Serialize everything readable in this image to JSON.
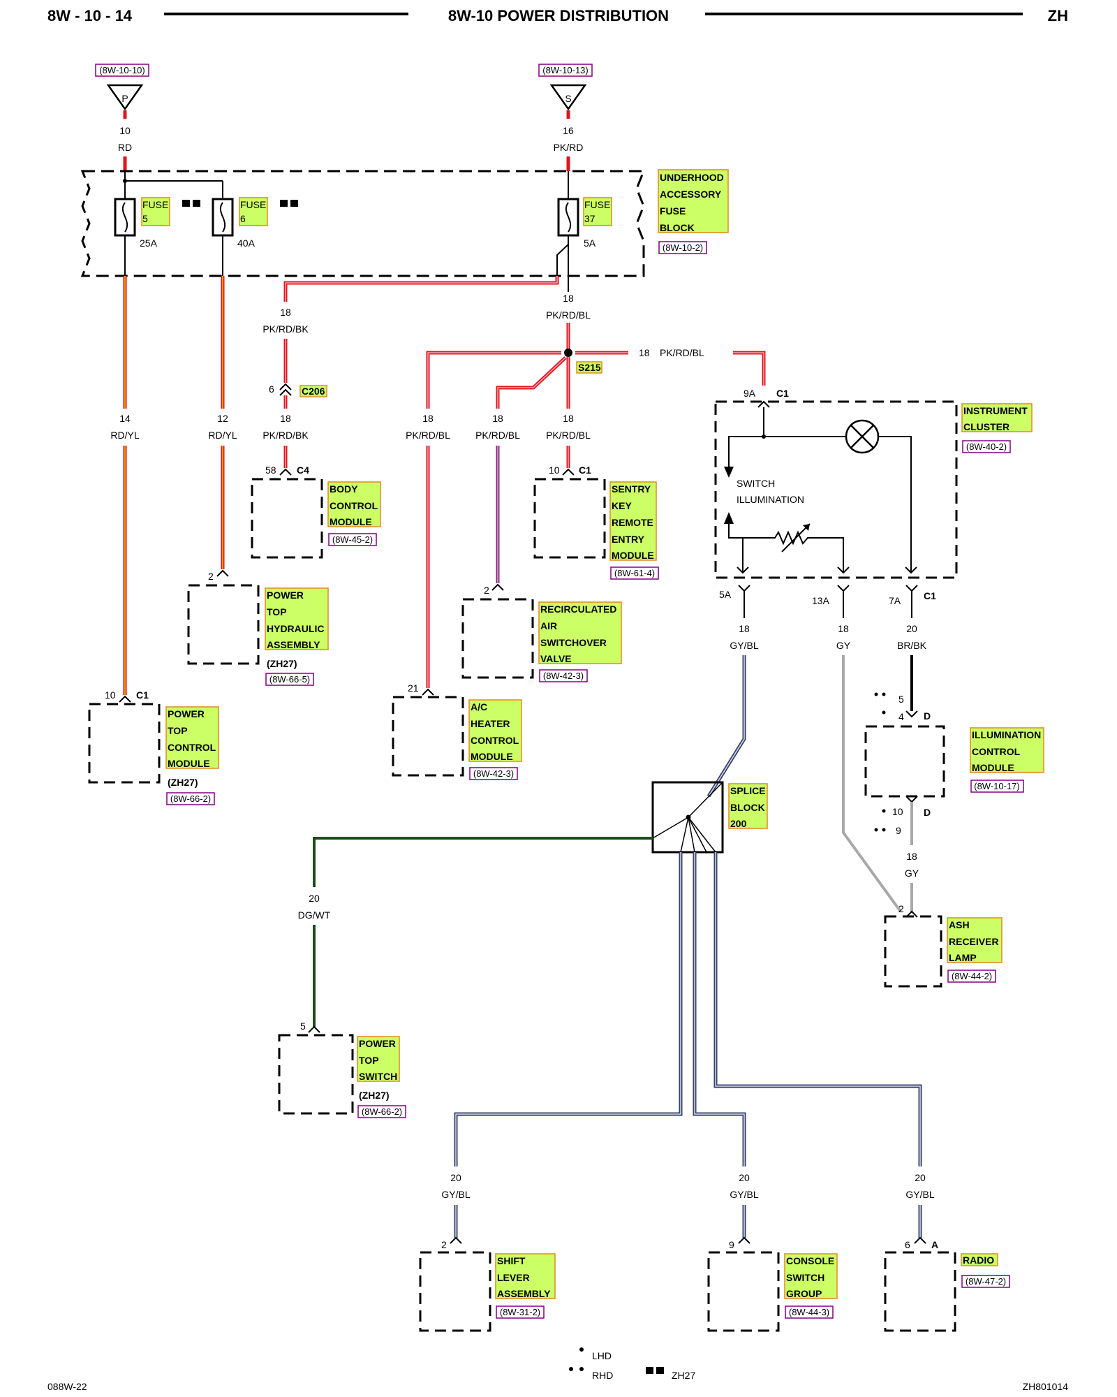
{
  "header": {
    "page_number": "8W - 10 - 14",
    "title": "8W-10 POWER DISTRIBUTION",
    "model": "ZH"
  },
  "footer": {
    "left_code": "088W-22",
    "right_code": "ZH801014"
  },
  "legend": {
    "lhd": "LHD",
    "rhd": "RHD",
    "zh27": "ZH27"
  },
  "sources": [
    {
      "ref": "(8W-10-10)",
      "letter": "P",
      "gauge": "10",
      "color": "RD"
    },
    {
      "ref": "(8W-10-13)",
      "letter": "S",
      "gauge": "16",
      "color": "PK/RD"
    }
  ],
  "fuse_block": {
    "label": [
      "UNDERHOOD",
      "ACCESSORY",
      "FUSE",
      "BLOCK"
    ],
    "ref": "(8W-10-2)",
    "fuses": [
      {
        "name": "FUSE",
        "number": "5",
        "rating": "25A"
      },
      {
        "name": "FUSE",
        "number": "6",
        "rating": "40A"
      },
      {
        "name": "FUSE",
        "number": "37",
        "rating": "5A"
      }
    ]
  },
  "wires": {
    "w_rdyl_14": {
      "gauge": "14",
      "color": "RD/YL"
    },
    "w_rdyl_12": {
      "gauge": "12",
      "color": "RD/YL"
    },
    "w_pkrdbk_top": {
      "gauge": "18",
      "color": "PK/RD/BK"
    },
    "w_pkrdbk_bot": {
      "gauge": "18",
      "color": "PK/RD/BK"
    },
    "w_pkrdbl_top": {
      "gauge": "18",
      "color": "PK/RD/BL"
    },
    "w_pkrdbl_right": {
      "gauge": "18",
      "color": "PK/RD/BL"
    },
    "w_pkrdbl_a": {
      "gauge": "18",
      "color": "PK/RD/BL"
    },
    "w_pkrdbl_b": {
      "gauge": "18",
      "color": "PK/RD/BL"
    },
    "w_pkrdbl_c": {
      "gauge": "18",
      "color": "PK/RD/BL"
    },
    "w_gybl_18": {
      "gauge": "18",
      "color": "GY/BL"
    },
    "w_gy_18a": {
      "gauge": "18",
      "color": "GY"
    },
    "w_brbk": {
      "gauge": "20",
      "color": "BR/BK"
    },
    "w_gy_18b": {
      "gauge": "18",
      "color": "GY"
    },
    "w_dgwt": {
      "gauge": "20",
      "color": "DG/WT"
    },
    "w_gybl_a": {
      "gauge": "20",
      "color": "GY/BL"
    },
    "w_gybl_b": {
      "gauge": "20",
      "color": "GY/BL"
    },
    "w_gybl_c": {
      "gauge": "20",
      "color": "GY/BL"
    }
  },
  "splice": {
    "name": "S215"
  },
  "connector_c206": {
    "name": "C206",
    "pin": "6"
  },
  "components": {
    "body_control_module": {
      "label": [
        "BODY",
        "CONTROL",
        "MODULE"
      ],
      "ref": "(8W-45-2)",
      "pin": "58",
      "conn": "C4"
    },
    "sentry_key": {
      "label": [
        "SENTRY",
        "KEY",
        "REMOTE",
        "ENTRY",
        "MODULE"
      ],
      "ref": "(8W-61-4)",
      "pin": "10",
      "conn": "C1"
    },
    "power_top_hydraulic": {
      "label": [
        "POWER",
        "TOP",
        "HYDRAULIC",
        "ASSEMBLY"
      ],
      "note": "(ZH27)",
      "ref": "(8W-66-5)",
      "pin": "2"
    },
    "recirc_air": {
      "label": [
        "RECIRCULATED",
        "AIR",
        "SWITCHOVER",
        "VALVE"
      ],
      "ref": "(8W-42-3)",
      "pin": "2"
    },
    "power_top_control": {
      "label": [
        "POWER",
        "TOP",
        "CONTROL",
        "MODULE"
      ],
      "note": "(ZH27)",
      "ref": "(8W-66-2)",
      "pin": "10",
      "conn": "C1"
    },
    "ac_heater": {
      "label": [
        "A/C",
        "HEATER",
        "CONTROL",
        "MODULE"
      ],
      "ref": "(8W-42-3)",
      "pin": "21"
    },
    "instrument_cluster": {
      "label": [
        "INSTRUMENT",
        "CLUSTER"
      ],
      "ref": "(8W-40-2)",
      "switch_text": [
        "SWITCH",
        "ILLUMINATION"
      ],
      "in_pin": "9A",
      "in_conn": "C1",
      "out_pins": [
        "5A",
        "13A",
        "7A"
      ],
      "out_conn": "C1"
    },
    "illumination_control": {
      "label": [
        "ILLUMINATION",
        "CONTROL",
        "MODULE"
      ],
      "ref": "(8W-10-17)",
      "pin_top_a": "5",
      "pin_top_b": "4",
      "conn_top": "D",
      "pin_bot_a": "10",
      "pin_bot_b": "9",
      "conn_bot": "D"
    },
    "splice_block": {
      "label": [
        "SPLICE",
        "BLOCK",
        "200"
      ]
    },
    "ash_receiver": {
      "label": [
        "ASH",
        "RECEIVER",
        "LAMP"
      ],
      "ref": "(8W-44-2)",
      "pin": "2"
    },
    "power_top_switch": {
      "label": [
        "POWER",
        "TOP",
        "SWITCH"
      ],
      "note": "(ZH27)",
      "ref": "(8W-66-2)",
      "pin": "5"
    },
    "shift_lever": {
      "label": [
        "SHIFT",
        "LEVER",
        "ASSEMBLY"
      ],
      "ref": "(8W-31-2)",
      "pin": "2"
    },
    "console_switch": {
      "label": [
        "CONSOLE",
        "SWITCH",
        "GROUP"
      ],
      "ref": "(8W-44-3)",
      "pin": "9"
    },
    "radio": {
      "label": [
        "RADIO"
      ],
      "ref": "(8W-47-2)",
      "pin": "6",
      "conn": "A"
    }
  },
  "colors": {
    "red": "#e0151b",
    "red_yellow_core": "#f2c200",
    "pink_core": "#f5a6b8",
    "purple": "#7a2a8a",
    "gray": "#a8a8a8",
    "blue_gray": "#35426a",
    "green": "#1c4d1c",
    "label_bg": "#ccff66"
  }
}
